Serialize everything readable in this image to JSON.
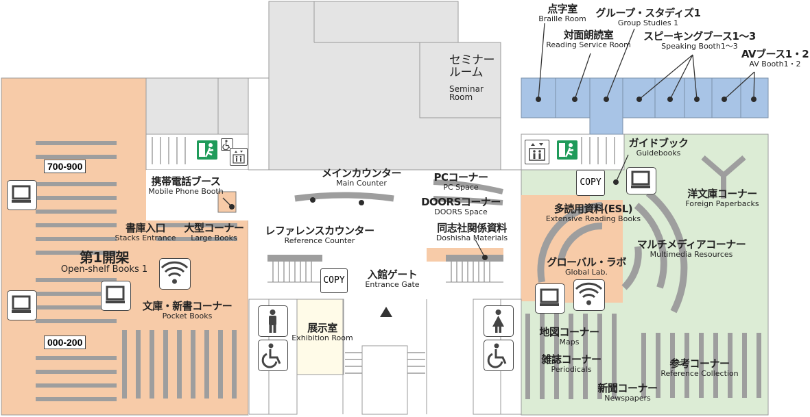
{
  "colors": {
    "open_shelf_area": "#f7cba8",
    "right_area": "#dcecd5",
    "booth_row": "#a8c4e6",
    "central_grey": "#e4e4e4",
    "shelf_stripe": "#9e9e9e",
    "exhibition": "#fffbe8",
    "pin": "#2c2c2c"
  },
  "areas": {
    "seminar_room": {
      "jp": "セミナー\nルーム",
      "en": "Seminar\nRoom"
    },
    "braille_room": {
      "jp": "点字室",
      "en": "Braille Room"
    },
    "group_studies": {
      "jp": "グループ・スタディズ1",
      "en": "Group Studies 1"
    },
    "reading_service": {
      "jp": "対面朗読室",
      "en": "Reading Service Room"
    },
    "speaking_booth": {
      "jp": "スピーキングブース1～3",
      "en": "Speaking Booth1～3"
    },
    "av_booth": {
      "jp": "AVブース1・2",
      "en": "AV Booth1・2"
    },
    "guidebooks": {
      "jp": "ガイドブック",
      "en": "Guidebooks"
    },
    "foreign_paperbacks": {
      "jp": "洋文庫コーナー",
      "en": "Foreign Paperbacks"
    },
    "mobile_phone_booth": {
      "jp": "携帯電話ブース",
      "en": "Mobile Phone Booth"
    },
    "main_counter": {
      "jp": "メインカウンター",
      "en": "Main Counter"
    },
    "pc_space": {
      "jp": "PCコーナー",
      "en": "PC Space"
    },
    "doors_space": {
      "jp": "DOORSコーナー",
      "en": "DOORS Space"
    },
    "extensive_reading": {
      "jp": "多読用資料(ESL)",
      "en": "Extensive Reading Books"
    },
    "stacks_entrance": {
      "jp": "書庫入口",
      "en": "Stacks Entrance"
    },
    "large_books": {
      "jp": "大型コーナー",
      "en": "Large Books"
    },
    "reference_counter": {
      "jp": "レファレンスカウンター",
      "en": "Reference Counter"
    },
    "doshisha_materials": {
      "jp": "同志社関係資料",
      "en": "Doshisha Materials"
    },
    "multimedia": {
      "jp": "マルチメディアコーナー",
      "en": "Multimedia Resources"
    },
    "open_shelf": {
      "jp": "第1開架",
      "en": "Open-shelf Books 1"
    },
    "global_lab": {
      "jp": "グローバル・ラボ",
      "en": "Global Lab."
    },
    "entrance_gate": {
      "jp": "入館ゲート",
      "en": "Entrance Gate"
    },
    "pocket_books": {
      "jp": "文庫・新書コーナー",
      "en": "Pocket Books"
    },
    "exhibition_room": {
      "jp": "展示室",
      "en": "Exhibition Room"
    },
    "maps": {
      "jp": "地図コーナー",
      "en": "Maps"
    },
    "periodicals": {
      "jp": "雑誌コーナー",
      "en": "Periodicals"
    },
    "reference_collection": {
      "jp": "参考コーナー",
      "en": "Reference Collection"
    },
    "newspapers": {
      "jp": "新聞コーナー",
      "en": "Newspapers"
    }
  },
  "shelf_ranges": {
    "upper": "700-900",
    "lower": "000-200"
  },
  "copy_label": "COPY",
  "icons": [
    "computer-icon",
    "wifi-icon",
    "copy-icon",
    "toilet-male-icon",
    "toilet-female-icon",
    "wheelchair-icon",
    "emergency-exit-icon",
    "elevator-icon",
    "entrance-arrow-icon"
  ]
}
